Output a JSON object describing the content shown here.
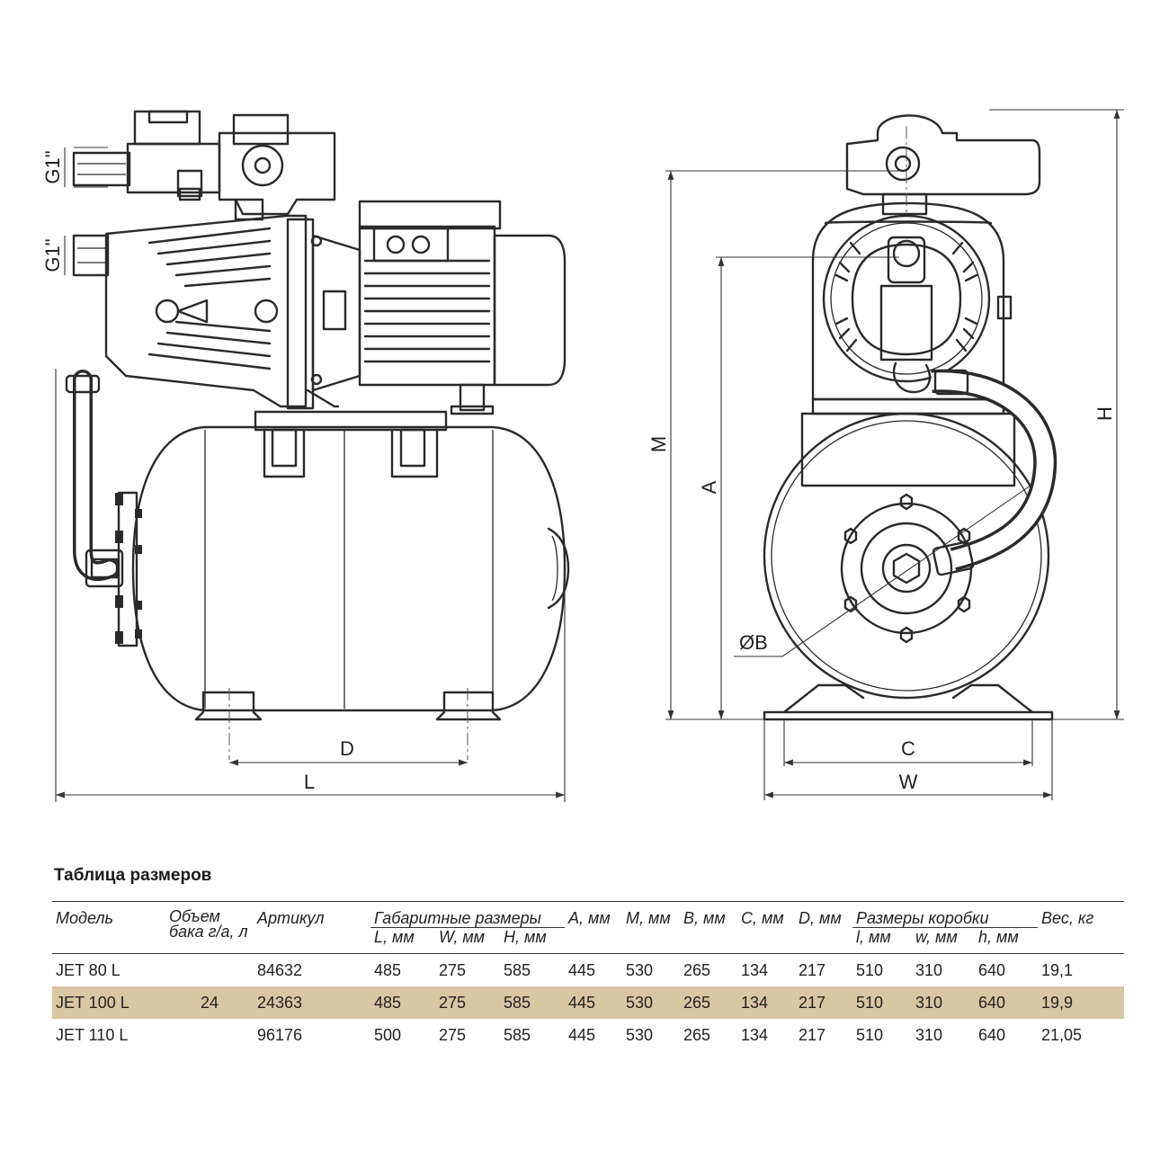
{
  "labels": {
    "thread_top": "G1\"",
    "thread_mid": "G1\"",
    "dim_D": "D",
    "dim_L": "L",
    "dim_M": "M",
    "dim_A": "A",
    "dim_H": "H",
    "dim_B": "ØB",
    "dim_C": "C",
    "dim_W": "W"
  },
  "table": {
    "title": "Таблица размеров",
    "headers": {
      "model": "Модель",
      "tank_volume": "Объем бака г/а, л",
      "article": "Артикул",
      "overall_group": "Габаритные размеры",
      "L": "L, мм",
      "W": "W, мм",
      "H": "H, мм",
      "A": "A, мм",
      "M": "M, мм",
      "B": "B, мм",
      "C": "C, мм",
      "D": "D, мм",
      "box_group": "Размеры коробки",
      "l": "l, мм",
      "w": "w, мм",
      "h": "h, мм",
      "weight": "Вес, кг"
    },
    "rows": [
      {
        "model": "JET 80 L",
        "volume": "",
        "article": "84632",
        "L": "485",
        "W": "275",
        "H": "585",
        "A": "445",
        "M": "530",
        "B": "265",
        "C": "134",
        "D": "217",
        "l": "510",
        "w": "310",
        "h": "640",
        "weight": "19,1"
      },
      {
        "model": "JET 100 L",
        "volume": "24",
        "article": "24363",
        "L": "485",
        "W": "275",
        "H": "585",
        "A": "445",
        "M": "530",
        "B": "265",
        "C": "134",
        "D": "217",
        "l": "510",
        "w": "310",
        "h": "640",
        "weight": "19,9"
      },
      {
        "model": "JET 110 L",
        "volume": "",
        "article": "96176",
        "L": "500",
        "W": "275",
        "H": "585",
        "A": "445",
        "M": "530",
        "B": "265",
        "C": "134",
        "D": "217",
        "l": "510",
        "w": "310",
        "h": "640",
        "weight": "21,05"
      }
    ],
    "highlight_color": "#d9c6a2"
  }
}
